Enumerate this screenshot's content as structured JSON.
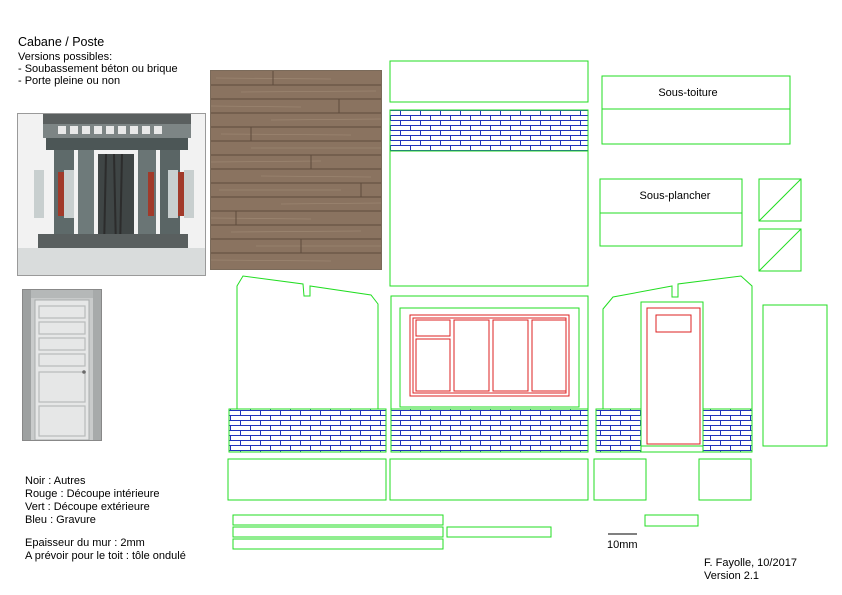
{
  "header": {
    "title": "Cabane / Poste",
    "versions_heading": "Versions possibles:",
    "version_items": [
      "- Soubassement béton ou brique",
      "- Porte pleine ou non"
    ]
  },
  "photos": {
    "machine_icon": "signal-box-lever-frame-photo-icon",
    "wood_icon": "wood-plank-texture-icon",
    "door_icon": "white-panel-door-photo-icon"
  },
  "legend": {
    "items": [
      "Noir : Autres",
      "Rouge : Découpe intérieure",
      "Vert : Découpe extérieure",
      "Bleu : Gravure"
    ],
    "wall_thickness": "Epaisseur du mur : 2mm",
    "roof_note": "A prévoir pour le toit : tôle ondulé"
  },
  "labels": {
    "sous_toiture": "Sous-toiture",
    "sous_plancher": "Sous-plancher"
  },
  "scale": {
    "label": "10mm"
  },
  "credits": {
    "author": "F. Fayolle, 10/2017",
    "version": "Version 2.1"
  },
  "colors": {
    "cut_outside": "#22dd22",
    "cut_inside": "#dd2222",
    "engrave": "#2233bb",
    "other": "#000000"
  }
}
